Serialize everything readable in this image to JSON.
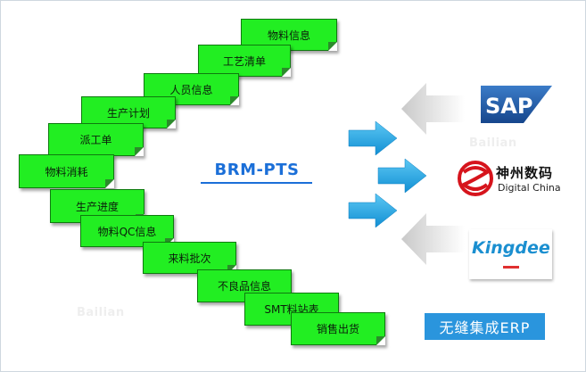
{
  "diagram": {
    "center_title": "BRM-PTS",
    "notes_upper": [
      "物料信息",
      "工艺清单",
      "人员信息",
      "生产计划",
      "派工单",
      "物料消耗"
    ],
    "notes_lower": [
      "生产进度",
      "物料QC信息",
      "来料批次",
      "不良品信息",
      "SMT料站表",
      "销售出货"
    ],
    "erp_label": "无缝集成ERP",
    "logos": {
      "sap": "SAP",
      "digital_china_cn": "神州数码",
      "digital_china_en": "Digital China",
      "kingdee": "Kingdee"
    },
    "watermark": "Bailian",
    "colors": {
      "note_fill": "#22ee22",
      "arrow_blue": "#1aa7e8",
      "arrow_gray": "#d4d4d4",
      "title_blue": "#1b6fd8",
      "erp_box": "#2a95dd",
      "sap_blue": "#1f57a3",
      "dc_red": "#d6141c",
      "kingdee_blue": "#1b8fd0"
    }
  }
}
